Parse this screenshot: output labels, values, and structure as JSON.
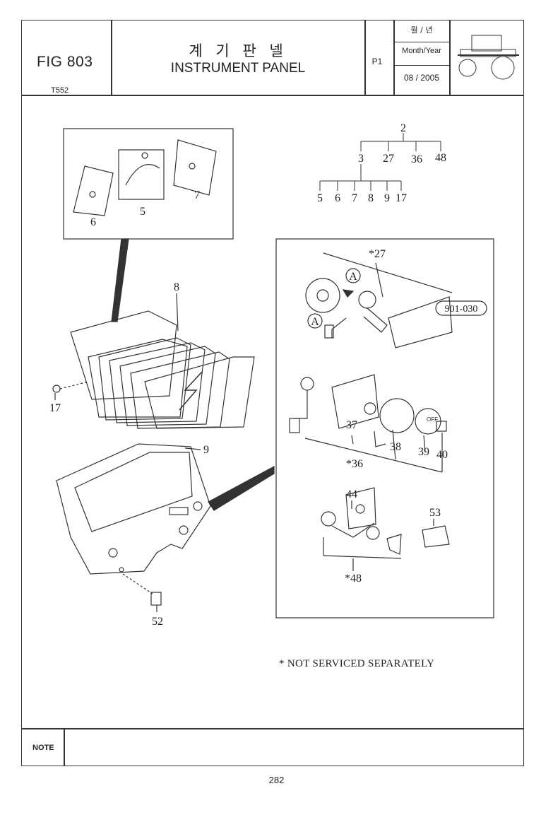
{
  "header": {
    "figure": "FIG 803",
    "model": "T552",
    "title_korean": "계 기 판 넬",
    "title_english": "INSTRUMENT PANEL",
    "page_code": "P1",
    "month_year_korean": "월 / 년",
    "month_year_label": "Month/Year",
    "month_year_value": "08 / 2005"
  },
  "tree": {
    "top": "2",
    "level1": [
      "3",
      "27",
      "36",
      "48"
    ],
    "level2": [
      "5",
      "6",
      "7",
      "8",
      "9",
      "17"
    ]
  },
  "callouts": {
    "gauge_6": "6",
    "gauge_5": "5",
    "gauge_7": "7",
    "cluster_8": "8",
    "bulb_17": "17",
    "bezel_9": "9",
    "screw_52": "52",
    "switch_27": "*27",
    "ref_a1": "A",
    "ref_a2": "A",
    "ref_code": "901-030",
    "part_37": "37",
    "part_38": "38",
    "part_39": "39",
    "part_40": "40",
    "off_text": "OFF",
    "group_36": "*36",
    "part_44": "44",
    "part_53": "53",
    "group_48": "*48"
  },
  "footnote": "* NOT SERVICED SEPARATELY",
  "note_label": "NOTE",
  "page_number": "282"
}
